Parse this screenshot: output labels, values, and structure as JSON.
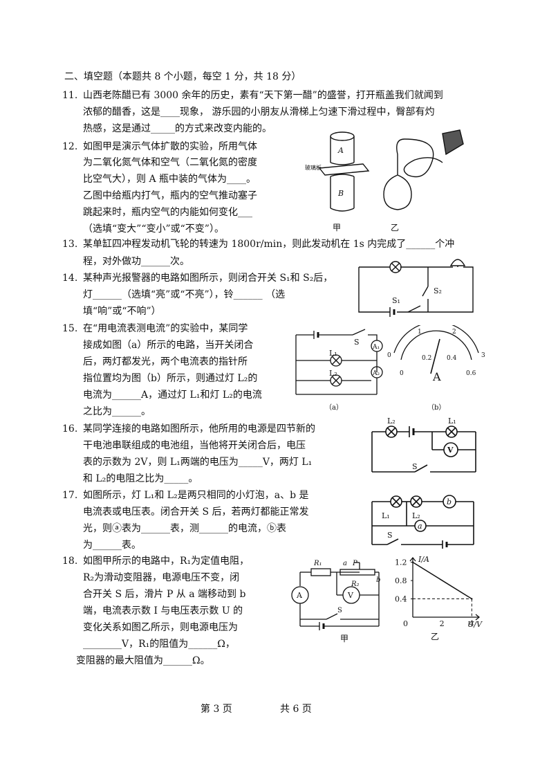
{
  "section": {
    "title": "二、填空题（本题共 8 个小题，每空 1 分，共 18 分）"
  },
  "questions": [
    {
      "num": "11.",
      "lines": [
        "山西老陈醋已有 3000 余年的历史，素有“天下第一醋”的盛誉，打开瓶盖我们就闻到",
        "浓郁的醋香，这是____现象， 游乐园的小朋友从滑梯上匀速下滑过程中，臀部有灼",
        "热感，这是通过_____的方式来改变内能的。"
      ]
    },
    {
      "num": "12.",
      "lines": [
        "如图甲是演示气体扩散的实验，所用气体",
        "为二氧化氮气体和空气（二氧化氮的密度",
        "比空气大），则 A 瓶中装的气体为____。",
        "乙图中给瓶内打气，瓶内的空气推动塞子",
        "跳起来时，瓶内空气的内能如何变化___",
        "（选填“变大”“变小”或“不变”）。"
      ]
    },
    {
      "num": "13.",
      "lines": [
        "某单缸四冲程发动机飞轮的转速为 1800r/min，则此发动机在 1s 内完成了______个冲",
        "程，对外做功______次。"
      ]
    },
    {
      "num": "14.",
      "lines": [
        "某种声光报警器的电路如图所示，则闭合开关 S₁和 S₂后，",
        "灯______（选填“亮”或“不亮”），铃______ （选",
        "填“响”或“不响”）"
      ]
    },
    {
      "num": "15.",
      "lines": [
        "在“用电流表测电流”的实验中，某同学",
        "接成如图（a）所示的电路，当开关闭合",
        "后，两灯都发光，两个电流表的指针所",
        "指位置均为图（b）所示，则通过灯 L₂的",
        "电流为______A，通过灯 L₁和灯 L₂的电流",
        "之比为______。"
      ]
    },
    {
      "num": "16.",
      "lines": [
        "某同学连接的电路如图所示，他所用的电源是四节新的",
        "干电池串联组成的电池组，当他将开关闭合后，电压",
        "表的示数为 2V，则 L₁两端的电压为_____V，两灯 L₁",
        "和 L₂的电阻之比为_____。"
      ]
    },
    {
      "num": "17.",
      "lines": [
        "如图所示，灯 L₁和 L₂是两只相同的小灯泡，a、b 是",
        "电流表或电压表。闭合开关 S 后，若两灯都能正常发",
        "光，则ⓐ表为______表，测______的电流，ⓑ表",
        "为______表。"
      ]
    },
    {
      "num": "18.",
      "lines": [
        "如图甲所示的电路中，R₁为定值电阻，",
        "R₂为滑动变阻器，电源电压不变，闭",
        "合开关 S 后，滑片 P 从 a 端移动到 b",
        "端，电流表示数 I 与电压表示数 U 的",
        "变化关系如图乙所示，则电源电压为",
        "________V，R₁的阻值为______Ω，",
        "变阻器的最大阻值为______Ω。"
      ]
    }
  ],
  "figures": {
    "q12": {
      "plate": "玻璃板",
      "bottle_a": "A",
      "bottle_b": "B",
      "cap_left": "甲",
      "cap_right": "乙"
    },
    "q14": {
      "s1": "S₁",
      "s2": "S₂"
    },
    "q15": {
      "l1": "L₁",
      "l2": "L₂",
      "s": "S",
      "a1": "A₁",
      "a2": "A₂",
      "cap_a": "（a）",
      "cap_b": "（b）",
      "meter_unit": "A",
      "scale_top": [
        "0",
        "1",
        "2",
        "3"
      ],
      "scale_bottom": [
        "0",
        "0.2",
        "0.4",
        "0.6"
      ]
    },
    "q16": {
      "l1": "L₁",
      "l2": "L₂",
      "v": "V",
      "s": "S"
    },
    "q17": {
      "l1": "L₁",
      "l2": "L₂",
      "a": "a",
      "b": "b",
      "s": "S"
    },
    "q18": {
      "r1": "R₁",
      "r2": "R₂",
      "p": "P",
      "a_end": "a",
      "b_end": "b",
      "ammeter": "A",
      "voltmeter": "V",
      "s": "S",
      "cap_left": "甲",
      "cap_right": "乙"
    }
  },
  "chart_data": {
    "type": "line",
    "title": "",
    "xlabel": "U/V",
    "ylabel": "I/A",
    "xlim": [
      0,
      4.5
    ],
    "ylim": [
      0,
      1.3
    ],
    "x_ticks": [
      "0",
      "2",
      "4"
    ],
    "y_ticks": [
      "0.4",
      "0.8",
      "1.2"
    ],
    "x": [
      0,
      4
    ],
    "y": [
      1.2,
      0.4
    ],
    "grid": false
  },
  "footer": {
    "page": "第 3 页",
    "total": "共 6 页"
  }
}
